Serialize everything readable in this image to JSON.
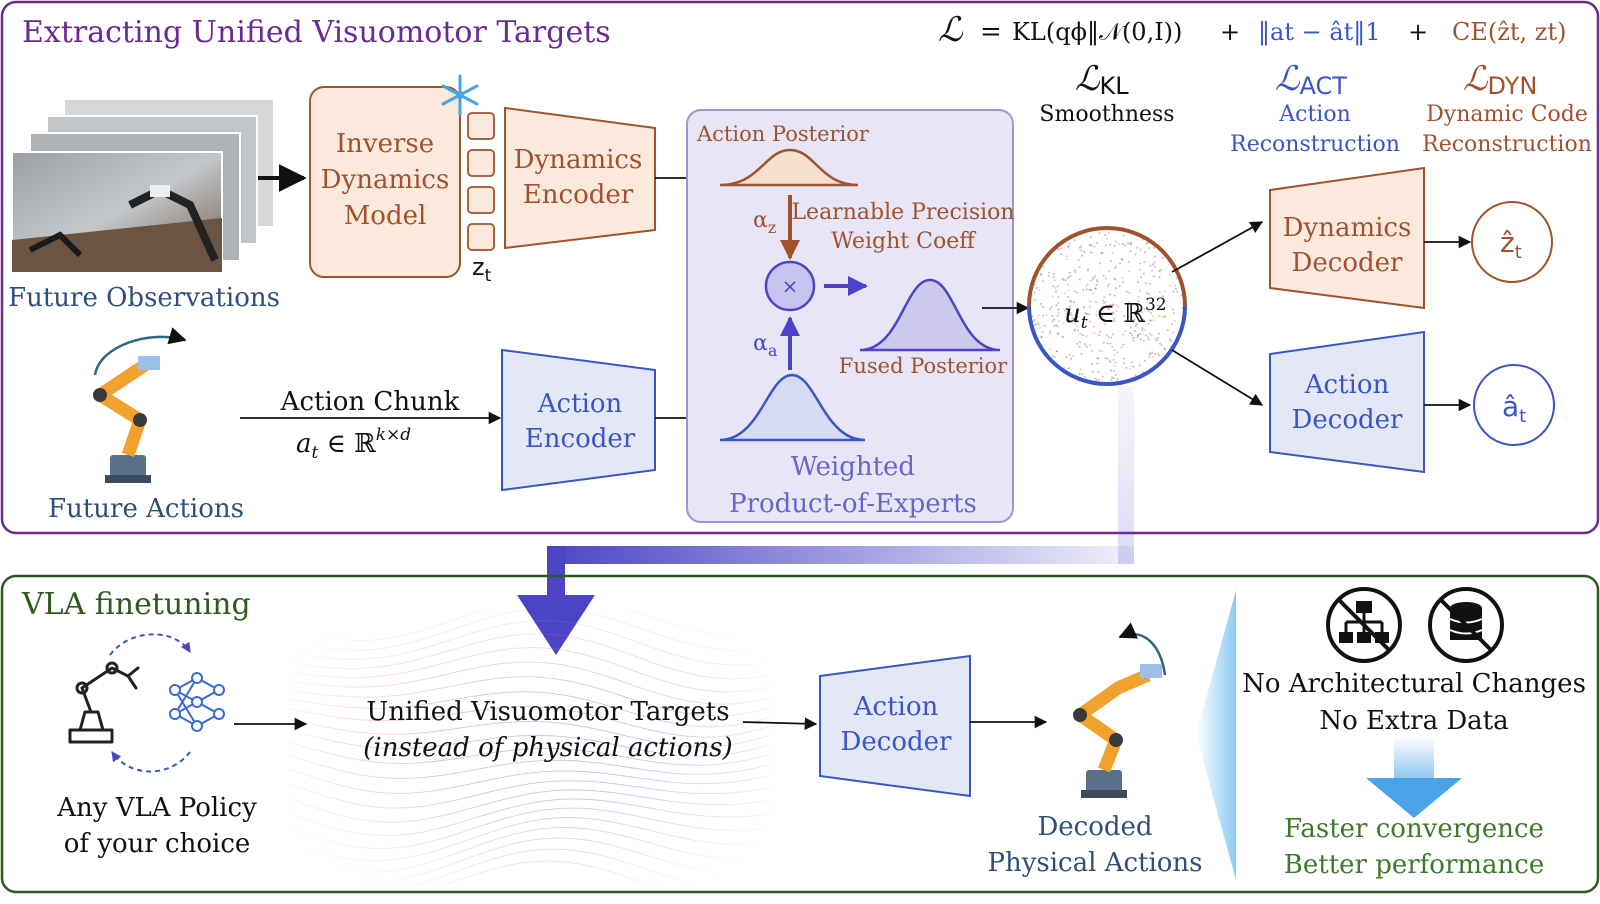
{
  "top_panel": {
    "title": "Extracting Unified Visuomotor Targets",
    "future_observations": "Future Observations",
    "future_actions": "Future Actions",
    "idm": [
      "Inverse",
      "Dynamics",
      "Model"
    ],
    "zt": "z",
    "zt_sub": "t",
    "dyn_encoder": [
      "Dynamics",
      "Encoder"
    ],
    "action_chunk": "Action Chunk",
    "action_chunk_math": "a",
    "action_chunk_math_sub": "t",
    "action_chunk_math_rest": " ∈ ℝ",
    "action_chunk_math_sup": "k×d",
    "act_encoder": [
      "Action",
      "Encoder"
    ],
    "poe": {
      "action_posterior": "Action Posterior",
      "alpha_z": "α",
      "alpha_z_sub": "z",
      "alpha_a": "α",
      "alpha_a_sub": "a",
      "learnable": [
        "Learnable Precision",
        "Weight Coeff"
      ],
      "times": "×",
      "fused": "Fused Posterior",
      "caption": [
        "Weighted",
        "Product-of-Experts"
      ]
    },
    "latent": "u",
    "latent_sub": "t",
    "latent_rest": " ∈ ℝ",
    "latent_sup": "32",
    "dyn_decoder": [
      "Dynamics",
      "Decoder"
    ],
    "act_decoder": [
      "Action",
      "Decoder"
    ],
    "z_hat": "ẑ",
    "z_hat_sub": "t",
    "a_hat": "â",
    "a_hat_sub": "t"
  },
  "loss": {
    "L": "ℒ",
    "eq": "=",
    "kl_term": "KL(qϕ‖𝒩(0,I))",
    "plus": "+",
    "act_term": "‖at − ât‖1",
    "dyn_term": "CE(ẑt, zt)",
    "kl_name": "KL",
    "kl_desc": "Smoothness",
    "act_name": "ACT",
    "act_desc": [
      "Action",
      "Reconstruction"
    ],
    "dyn_name": "DYN",
    "dyn_desc": [
      "Dynamic Code",
      "Reconstruction"
    ]
  },
  "bottom_panel": {
    "title": "VLA finetuning",
    "vla_policy": [
      "Any VLA Policy",
      "of your choice"
    ],
    "targets": "Unified Visuomotor Targets",
    "targets_sub": "(instead of physical actions)",
    "act_decoder": [
      "Action",
      "Decoder"
    ],
    "decoded": [
      "Decoded",
      "Physical Actions"
    ],
    "no_arch": "No Architectural Changes",
    "no_data": "No Extra Data",
    "benefit": [
      "Faster convergence",
      "Better performance"
    ]
  },
  "colors": {
    "purple_frame": "#6a2a92",
    "green_frame": "#2e5a1f",
    "orange": "#a0522d",
    "orange_fill": "#fbe9dd",
    "blue": "#3a56c4",
    "blue_fill": "#e3e7f6",
    "poe_fill": "#e7e5f6",
    "green_text": "#3f7a2a",
    "title_purple": "#6a2a92"
  }
}
